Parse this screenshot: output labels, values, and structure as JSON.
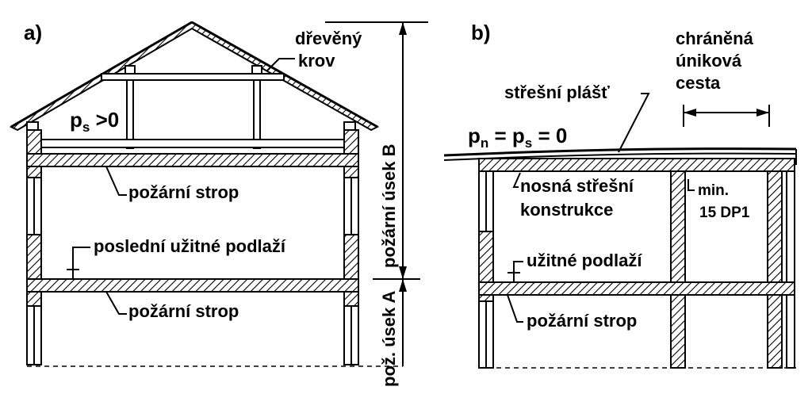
{
  "panel_a": {
    "letter": "a)",
    "label_wood_roof_1": "dřevěný",
    "label_wood_roof_2": "krov",
    "label_ps": "p",
    "label_ps_sub": "s",
    "label_ps_val": " >0",
    "label_fire_ceiling_top": "požární strop",
    "label_last_floor": "poslední užitné podlaží",
    "label_fire_ceiling_bottom": "požární strop",
    "label_section_b": "požární úsek B",
    "label_section_a": "pož. úsek A"
  },
  "panel_b": {
    "letter": "b)",
    "label_escape_1": "chráněná",
    "label_escape_2": "úniková",
    "label_escape_3": "cesta",
    "label_roof_skin": "střešní plášť",
    "label_pn": "p",
    "label_pn_sub": "n",
    "label_eq1": " = p",
    "label_ps_sub": "s",
    "label_eq2": " = 0",
    "label_struct_1": "nosná střešní",
    "label_struct_2": "konstrukce",
    "label_min": "min.",
    "label_dp": "15 DP1",
    "label_usable": "užitné podlaží",
    "label_fire_ceiling": "požární strop"
  }
}
